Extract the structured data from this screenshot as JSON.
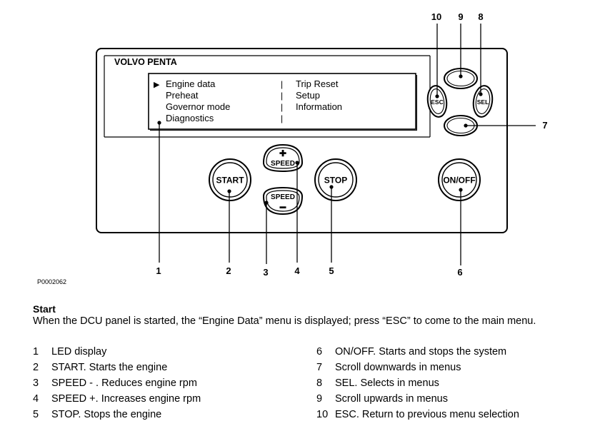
{
  "brand": "VOLVO PENTA",
  "display_menu": {
    "selected_marker": "▶",
    "left_items": [
      "Engine data",
      "Preheat",
      "Governor mode",
      "Diagnostics"
    ],
    "separator": "|",
    "right_items": [
      "Trip Reset",
      "Setup",
      "Information"
    ]
  },
  "buttons": {
    "start": "START",
    "speed_up": "SPEED",
    "speed_up_sign": "✚",
    "speed_down": "SPEED",
    "speed_down_sign": "▬",
    "stop": "STOP",
    "on_off": "ON/OFF",
    "esc": "ESC",
    "sel": "SEL"
  },
  "callouts": {
    "c1": "1",
    "c2": "2",
    "c3": "3",
    "c4": "4",
    "c5": "5",
    "c6": "6",
    "c7": "7",
    "c8": "8",
    "c9": "9",
    "c10": "10"
  },
  "figure_id": "P0002062",
  "section": {
    "heading": "Start",
    "intro": "When the DCU panel is started, the “Engine Data” menu is displayed; press “ESC” to come to the main menu."
  },
  "legend_left": [
    {
      "num": "1",
      "text": "LED display"
    },
    {
      "num": "2",
      "text": "START. Starts the engine"
    },
    {
      "num": "3",
      "text": "SPEED - . Reduces engine rpm"
    },
    {
      "num": "4",
      "text": "SPEED +. Increases engine rpm"
    },
    {
      "num": "5",
      "text": "STOP. Stops the engine"
    }
  ],
  "legend_right": [
    {
      "num": "6",
      "text": "ON/OFF. Starts and stops the system"
    },
    {
      "num": "7",
      "text": "Scroll downwards in menus"
    },
    {
      "num": "8",
      "text": "SEL. Selects in menus"
    },
    {
      "num": "9",
      "text": "Scroll upwards in menus"
    },
    {
      "num": "10",
      "text": "ESC. Return to previous menu selection"
    }
  ]
}
